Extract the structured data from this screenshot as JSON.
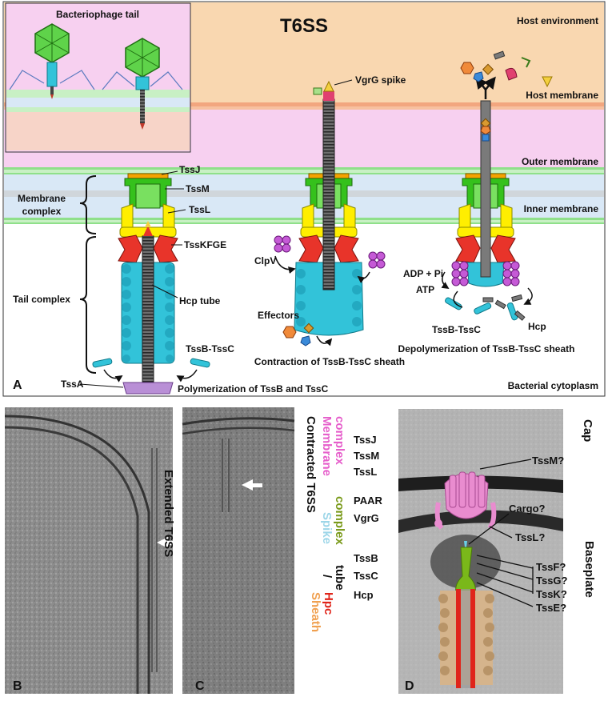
{
  "panel_a": {
    "letter": "A",
    "title": "T6SS",
    "inset_title": "Bacteriophage tail",
    "zones": {
      "host_environment": "Host environment",
      "host_membrane": "Host membrane",
      "outer_membrane": "Outer membrane",
      "inner_membrane": "Inner membrane",
      "bacterial_cytoplasm": "Bacterial  cytoplasm"
    },
    "brackets": {
      "membrane_complex_line1": "Membrane",
      "membrane_complex_line2": "complex",
      "tail_complex": "Tail complex"
    },
    "components": {
      "tssj": "TssJ",
      "tssm": "TssM",
      "tssl": "TssL",
      "tsskfge": "TssKFGE",
      "hcp_tube": "Hcp tube",
      "tssb_tssc_left": "TssB-TssC",
      "tssa": "TssA",
      "vgrg_spike": "VgrG spike",
      "clpv": "ClpV",
      "effectors": "Effectors",
      "adp_pi": "ADP + Pi",
      "atp": "ATP",
      "hcp": "Hcp",
      "tssb_tssc_right": "TssB-TssC"
    },
    "captions": {
      "polymerization": "Polymerization of TssB and TssC",
      "contraction": "Contraction of TssB-TssC sheath",
      "depolymerization": "Depolymerization of TssB-TssC sheath"
    },
    "colors": {
      "host_env": "#f9d7b0",
      "membrane_pink": "#f7d0f0",
      "inner_blue": "#d9e8f6",
      "tssm_green": "#35c11c",
      "tssl_yellow": "#ffee00",
      "tsskfge_red": "#e8342a",
      "sheath_cyan": "#32c3d9",
      "tssa_purple": "#b98fd6",
      "clpv_magenta": "#c55ad6"
    }
  },
  "panel_b": {
    "letter": "B",
    "label": "Extended T6SS"
  },
  "panel_c": {
    "letter": "C",
    "label": "Contracted T6SS"
  },
  "legend": {
    "membrane_complex_1": "Membrane",
    "membrane_complex_2": "complex",
    "tssj": "TssJ",
    "tssm": "TssM",
    "tssl": "TssL",
    "spike": "Spike",
    "complex": "complex",
    "paar": "PAAR",
    "vgrg": "VgrG",
    "sheath": "Sheath",
    "slash": "/",
    "tube": "tube",
    "hpc": "Hpc",
    "tssb": "TssB",
    "tssc": "TssC",
    "hcp": "Hcp"
  },
  "panel_d": {
    "letter": "D",
    "cap": "Cap",
    "baseplate": "Baseplate",
    "tssm_q": "TssM?",
    "cargo_q": "Cargo?",
    "tssl_q": "TssL?",
    "tssf_q": "TssF?",
    "tssg_q": "TssG?",
    "tssk_q": "TssK?",
    "tsse_q": "TssE?"
  }
}
